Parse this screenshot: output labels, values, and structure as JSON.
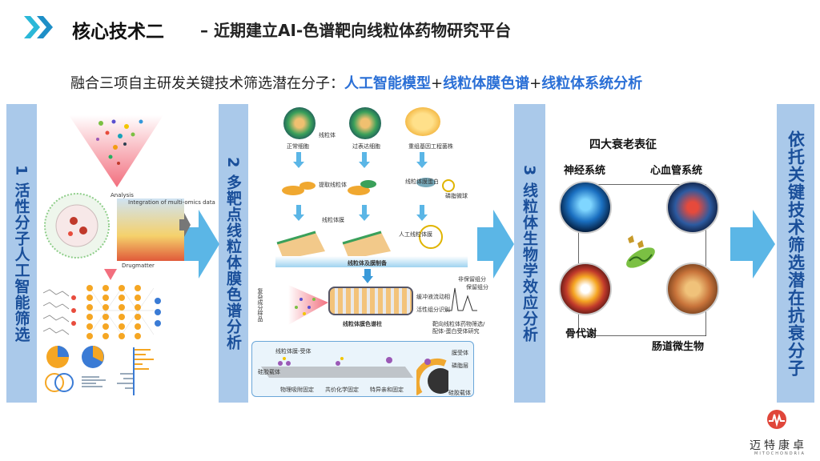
{
  "header": {
    "title": "核心技术二",
    "subtitle": "– 近期建立AI-色谱靶向线粒体药物研究平台",
    "intro_prefix": "融合三项自主研发关键技术筛选潜在分子：",
    "intro_t1": "人工智能模型",
    "plus": "+",
    "intro_t2": "线粒体膜色谱",
    "intro_t3": "线粒体系统分析"
  },
  "panels": {
    "p1": "1 活性分子人工智能筛选",
    "p2": "2 多靶点线粒体膜色谱分析",
    "p3": "3 线粒体生物学效应分析",
    "p4": "依托关键技术筛选潜在抗衰分子"
  },
  "ai_zone": {
    "analysis": "Analysis",
    "integration": "Integration of multi-omics data",
    "drugmatter": "Drugmatter"
  },
  "chrom_zone": {
    "normal_cell": "正常细胞",
    "overexp_cell": "过表达细胞",
    "recomb": "重组基因工程菌株",
    "mito": "线粒体",
    "extract": "提取线粒体",
    "mito_membrane": "线粒体膜",
    "membrane_protein": "线粒体膜蛋白",
    "phospholipid": "磷脂微球",
    "artificial_membrane": "人工线粒体膜",
    "prep": "线粒体及膜制备",
    "complex_sample": "复杂成分样品",
    "column": "线粒体膜色谱柱",
    "buffer": "缓冲液流动相",
    "active_id": "活性组分识别",
    "nonretained": "非保留组分",
    "retained": "保留组分",
    "screen_note1": "靶向线粒体药物筛选/",
    "screen_note2": "配体-蛋白受体研究",
    "membrane_receptor": "线粒体膜-受体",
    "silica_carrier": "硅胶载体",
    "physical": "物理吸附固定",
    "covalent": "共价化学固定",
    "specific": "特异亲和固定",
    "receptor": "膜受体",
    "lipid_layer": "磷脂层",
    "silica_carrier2": "硅胶载体"
  },
  "aging_zone": {
    "title": "四大衰老表征",
    "nerve": "神经系统",
    "cardio": "心血管系统",
    "bone": "骨代谢",
    "gut": "肠道微生物"
  },
  "logo": {
    "name": "迈特康卓",
    "sub": "MITOCHONDRIA"
  }
}
